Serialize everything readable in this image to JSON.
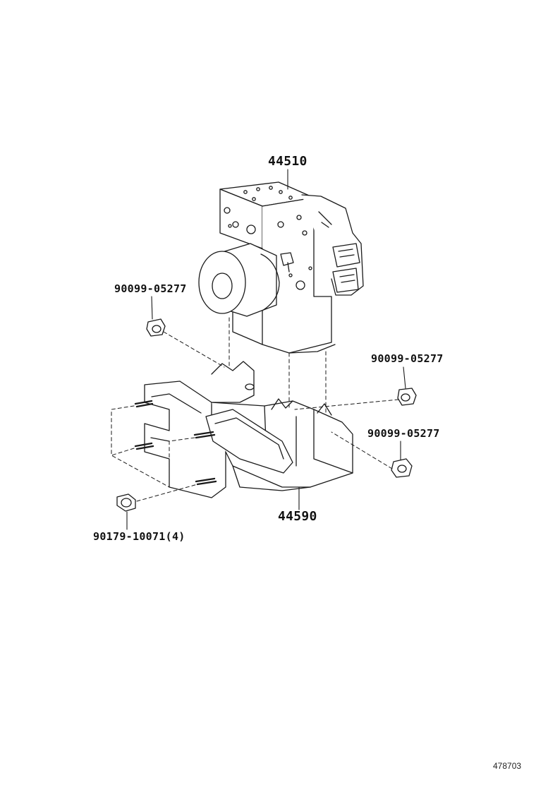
{
  "labels": {
    "actuator": "44510",
    "bracket": "44590",
    "bolt_left": "90099-05277",
    "bolt_right_upper": "90099-05277",
    "bolt_right_lower": "90099-05277",
    "nut": "90179-10071(4)"
  },
  "illustration_id": "478703",
  "colors": {
    "line": "#1a1a1a",
    "background": "#ffffff"
  }
}
